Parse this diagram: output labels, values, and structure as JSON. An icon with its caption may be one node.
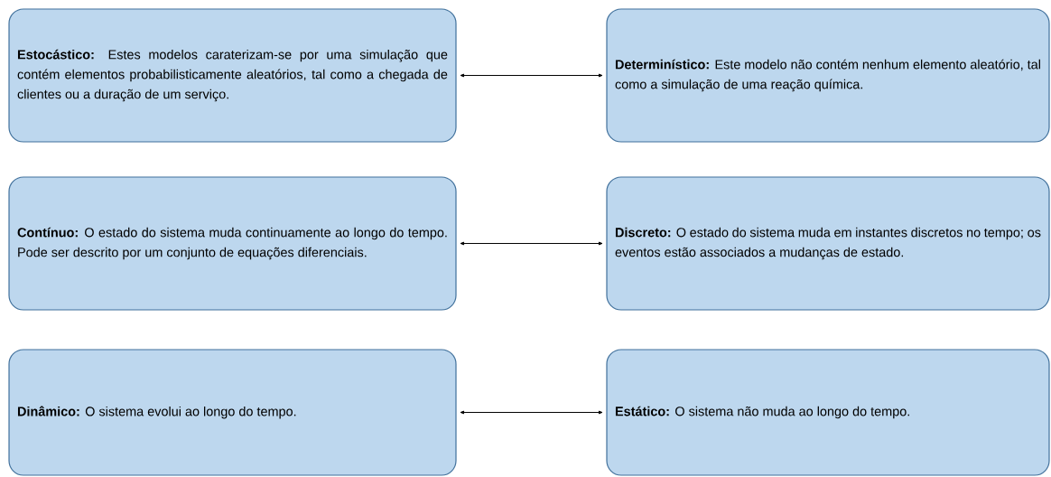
{
  "diagram": {
    "nodes": [
      {
        "text": [
          "**Estocástico:** Estes modelos caraterizam-se por uma simulação que contém elementos probabilisticamente aleatórios, tal como a chegada de clientes ou a duração de um serviço."
        ]
      },
      {
        "text": [
          "**Determinístico:** Este modelo não contém nenhum elemento aleatório, tal como a simulação de uma reação química."
        ]
      },
      {
        "text": [
          "**Contínuo:** O estado do sistema muda continuamente ao longo do tempo. Pode ser descrito por um conjunto de equações diferenciais."
        ]
      },
      {
        "text": [
          "**Discreto:** O estado do sistema muda em instantes discretos no tempo; os eventos estão associados a mudanças de estado."
        ]
      },
      {
        "text": [
          "**Dinâmico:** O sistema evolui ao longo do tempo."
        ]
      },
      {
        "text": [
          "**Estático:** O sistema não muda ao longo do tempo."
        ]
      }
    ],
    "edges": [
      {
        "from": 0,
        "to": 1,
        "arrow": "both"
      },
      {
        "from": 2,
        "to": 3,
        "arrow": "both"
      },
      {
        "from": 4,
        "to": 5,
        "arrow": "both"
      }
    ]
  }
}
